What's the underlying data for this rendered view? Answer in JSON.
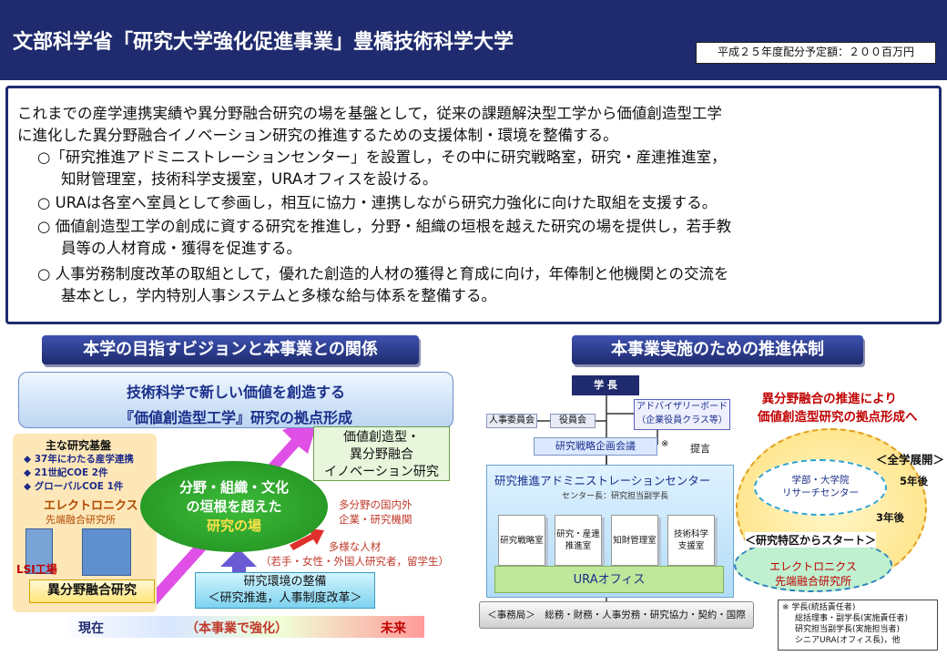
{
  "header": {
    "title": "文部科学省「研究大学強化促進事業」豊橋技術科学大学",
    "budget": "平成２５年度配分予定額：２００百万円"
  },
  "summary": {
    "line1": "これまでの産学連携実績や異分野融合研究の場を基盤として，従来の課題解決型工学から価値創造型工学",
    "line2": "に進化した異分野融合イノベーション研究の推進するための支援体制・環境を整備する。",
    "b1a": "○「研究推進アドミニストレーションセンター」を設置し，その中に研究戦略室，研究・産連推進室，",
    "b1b": "知財管理室，技術科学支援室，URAオフィスを設ける。",
    "b2": "○ URAは各室へ室員として参画し，相互に協力・連携しながら研究力強化に向けた取組を支援する。",
    "b3a": "○ 価値創造型工学の創成に資する研究を推進し，分野・組織の垣根を越えた研究の場を提供し，若手教",
    "b3b": "員等の人材育成・獲得を促進する。",
    "b4a": "○ 人事労務制度改革の取組として，優れた創造的人材の獲得と育成に向け，年俸制と他機関との交流を",
    "b4b": "基本とし，学内特別人事システムと多様な給与体系を整備する。"
  },
  "left": {
    "heading": "本学の目指すビジョンと本事業との関係",
    "vision1": "技術科学で新しい価値を創造する",
    "vision2": "『価値創造型工学』研究の拠点形成",
    "base_title": "主な研究基盤",
    "base_items": [
      "◆ 37年にわたる産学連携",
      "◆ 21世紀COE  2件",
      "◆ グローバルCOE  1件"
    ],
    "electronics": "エレクトロニクス",
    "electronics_sub": "先端融合研究所",
    "lsi": "LSI工場",
    "fusion": "異分野融合研究",
    "ivc": [
      "価値創造型・",
      "異分野融合",
      "イノベーション研究"
    ],
    "field": [
      "分野・組織・文化",
      "の垣根を超えた",
      "研究の場"
    ],
    "partners": [
      "多分野の国内外",
      "企業・研究機関"
    ],
    "talent": [
      "多様な人材",
      "（若手・女性・外国人研究者，留学生）"
    ],
    "env": [
      "研究環境の整備",
      "＜研究推進，人事制度改革＞"
    ],
    "timeline_now": "現在",
    "timeline_mid": "（本事業で強化）",
    "timeline_future": "未来"
  },
  "right": {
    "heading": "本事業実施のための推進体制",
    "president": "学 長",
    "hr_committee": "人事委員会",
    "officers": "役員会",
    "advisory": [
      "アドバイザリーボード",
      "（企業役員クラス等）"
    ],
    "planning": "研究戦略企画会議",
    "planning_mark": "※",
    "advice": "提言",
    "center_title": "研究推進アドミニストレーションセンター",
    "center_sub": "センター長：研究担当副学長",
    "rooms": [
      [
        "研究戦略室"
      ],
      [
        "研究・産連",
        "推進室"
      ],
      [
        "知財管理室"
      ],
      [
        "技術科学",
        "支援室"
      ]
    ],
    "ura": "URAオフィス",
    "office": "＜事務局＞　総務・財務・人事労務・研究協力・契約・国際",
    "promo1": "異分野融合の推進により",
    "promo2": "価値創造型研究の拠点形成へ",
    "deploy": "＜全学展開＞",
    "yr5": "5年後",
    "yr3": "3年後",
    "rc": [
      "学部・大学院",
      "リサーチセンター"
    ],
    "start": "＜研究特区からスタート＞",
    "el": [
      "エレクトロニクス",
      "先端融合研究所"
    ],
    "notes": [
      "※ 学長(統括責任者)",
      "総括理事・副学長(実施責任者)",
      "研究担当副学長(実施担当者)",
      "シニアURA(オフィス長)，他"
    ]
  },
  "colors": {
    "navy": "#1f2b6e",
    "accent_red": "#c00000",
    "green": "#1f8e1e"
  }
}
